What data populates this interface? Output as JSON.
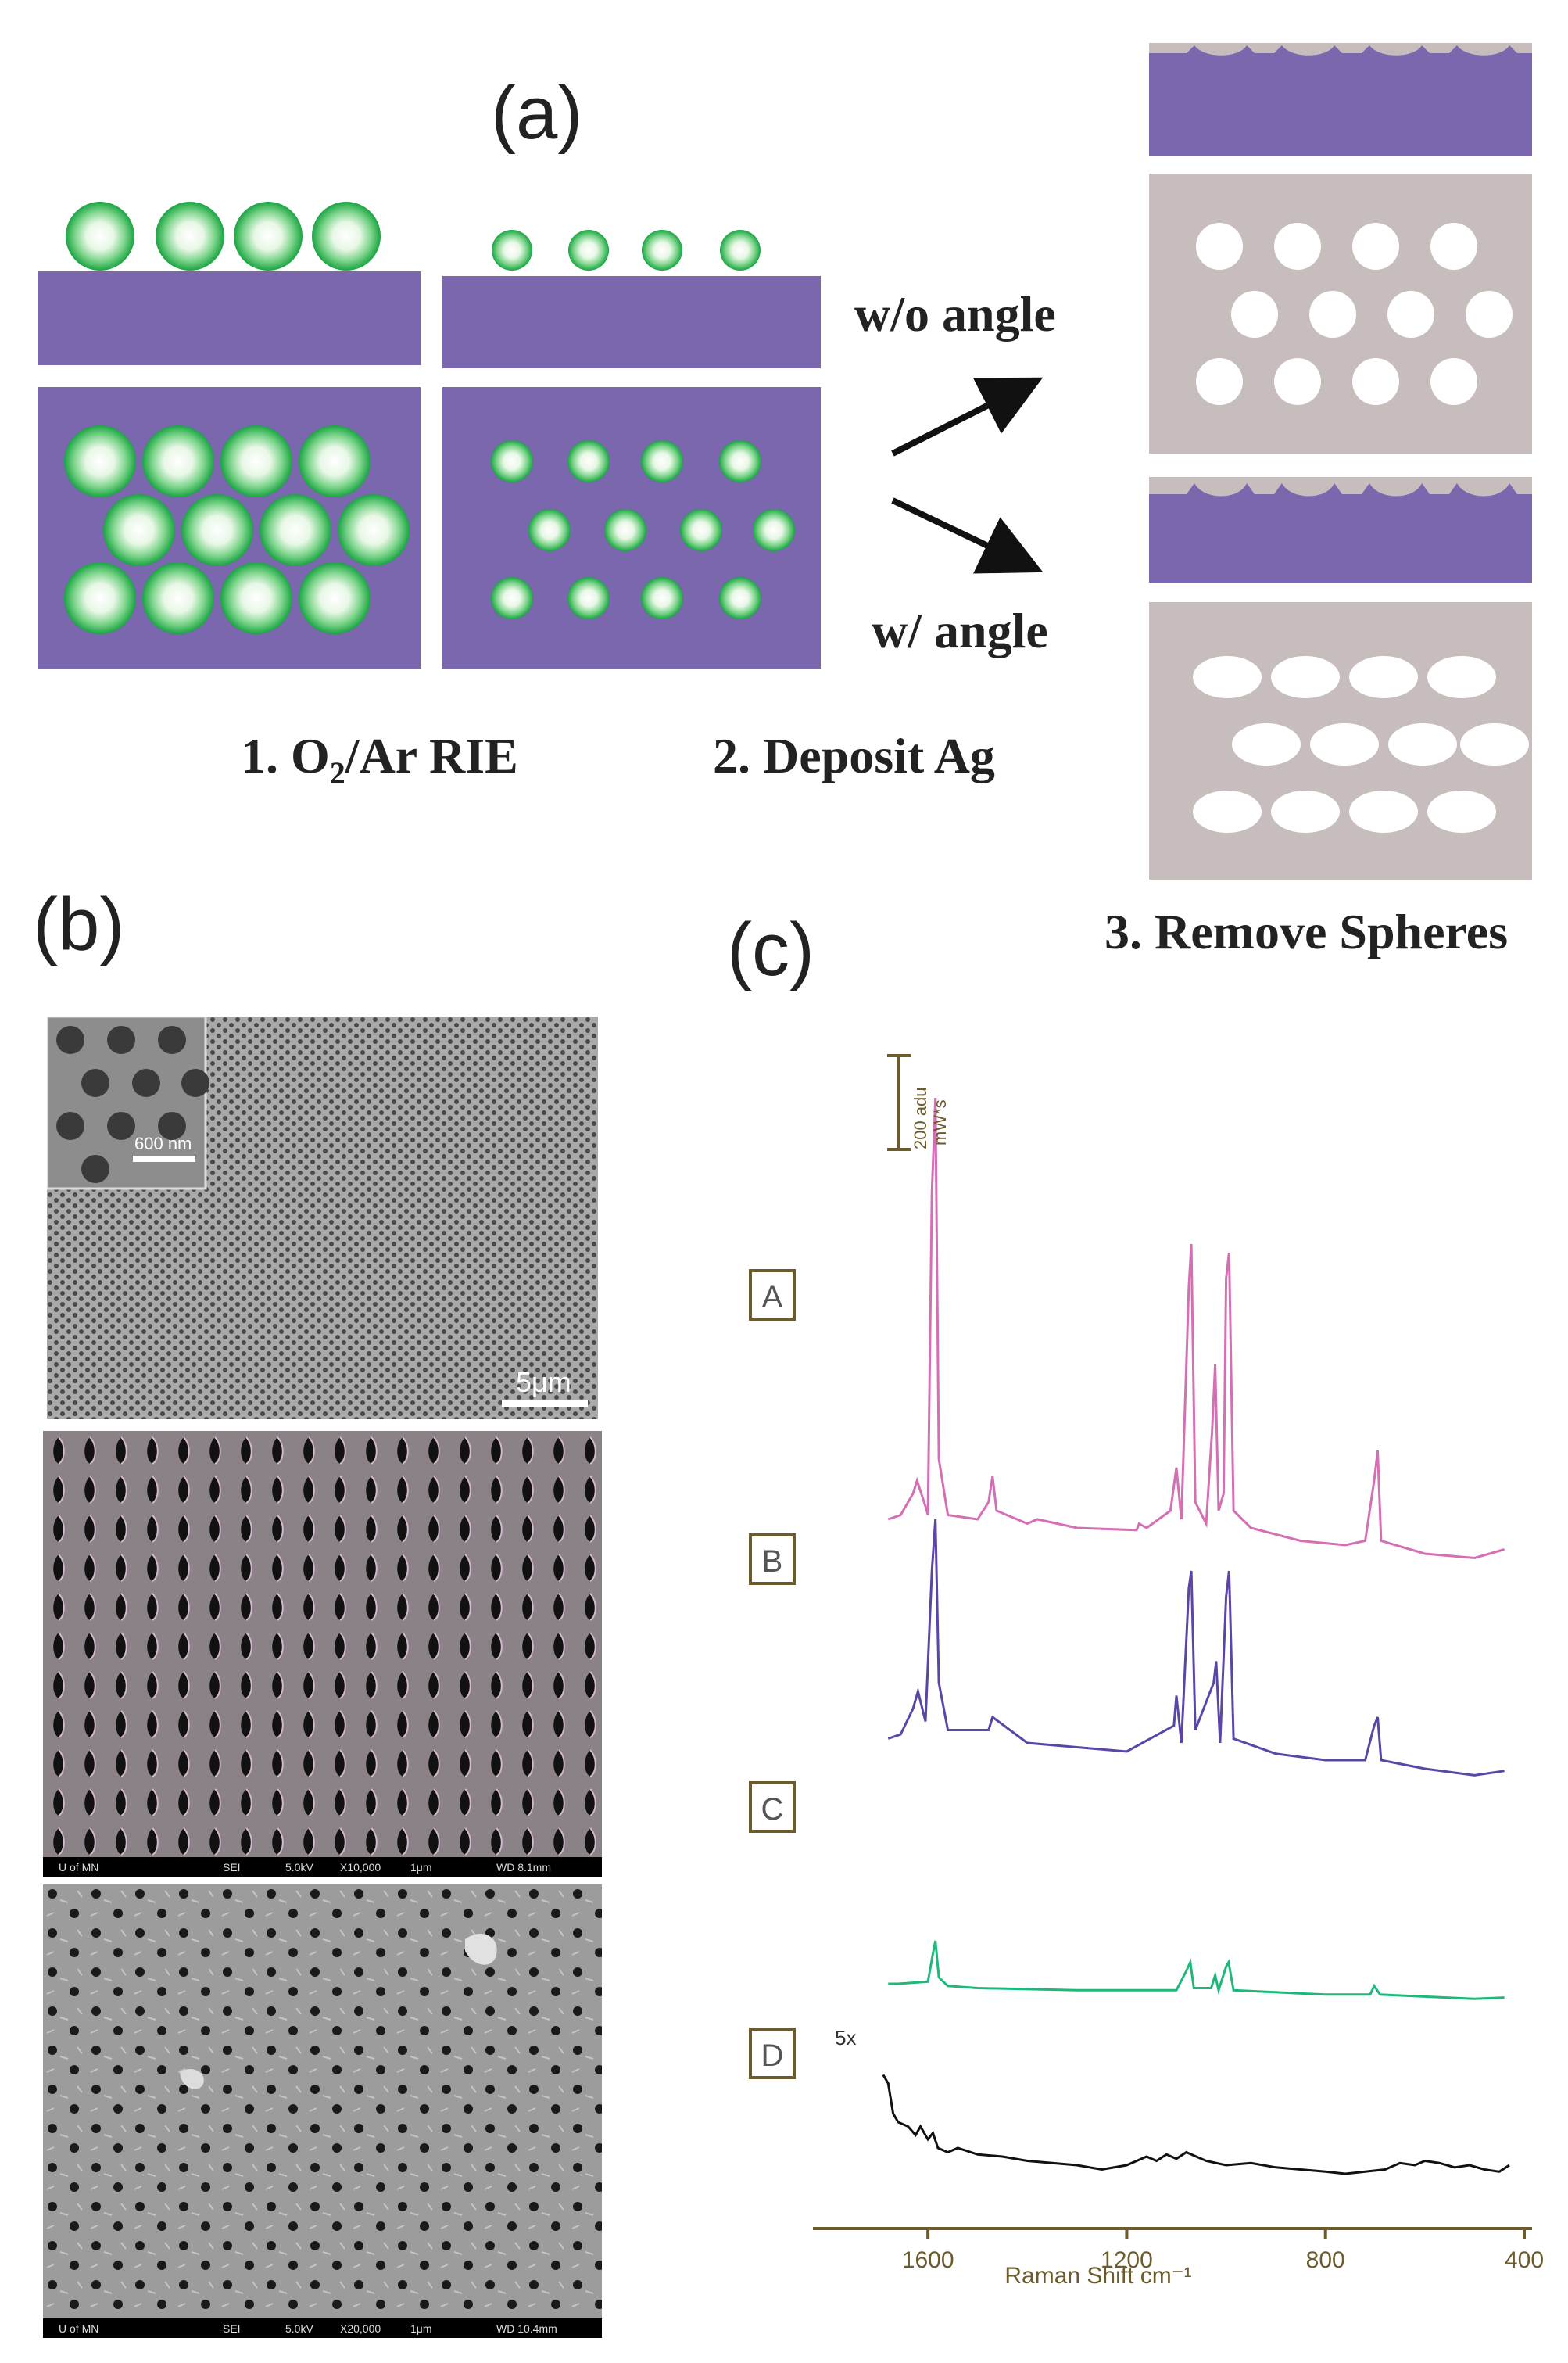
{
  "panel_a": {
    "label": "(a)",
    "step1": "1. O",
    "step1_sub": "2",
    "step1_rest": "/Ar RIE",
    "step2": "2. Deposit Ag",
    "step3": "3. Remove Spheres",
    "branch_top": "w/o angle",
    "branch_bottom": "w/ angle",
    "colors": {
      "substrate": "#7b67ad",
      "sphere": "#22b14c",
      "silver_film": "#c8bdbd",
      "hole": "#ffffff"
    }
  },
  "panel_b": {
    "label": "(b)",
    "sem_top": {
      "scale": "5μm",
      "inset_scale": "600 nm"
    },
    "sem_middle": {
      "footer": [
        "U of MN",
        "SEI",
        "5.0kV",
        "X10,000",
        "1μm",
        "WD 8.1mm"
      ]
    },
    "sem_bottom": {
      "footer": [
        "U of MN",
        "SEI",
        "5.0kV",
        "X20,000",
        "1μm",
        "WD 10.4mm"
      ]
    }
  },
  "panel_c": {
    "label": "(c)",
    "scale_bar_label": "200 adu",
    "scale_bar_unit": "mW*s",
    "trace_labels": [
      "A",
      "B",
      "C",
      "D"
    ],
    "multiplier": "5x",
    "xlabel": "Raman Shift cm⁻¹",
    "xticks": [
      "1600",
      "1200",
      "800",
      "400"
    ]
  },
  "chart_data": {
    "type": "line",
    "title": "",
    "xlabel": "Raman Shift cm⁻¹",
    "ylabel": "",
    "xlim": [
      1800,
      400
    ],
    "x_reversed": true,
    "xticks": [
      1600,
      1200,
      800,
      400
    ],
    "scale_bar": "200 adu / mW*s",
    "series": [
      {
        "color": "#d56fb4",
        "points": [
          [
            1680,
            140
          ],
          [
            1655,
            150
          ],
          [
            1630,
            200
          ],
          [
            1622,
            230
          ],
          [
            1605,
            170
          ],
          [
            1600,
            150
          ],
          [
            1592,
            900
          ],
          [
            1585,
            1120
          ],
          [
            1578,
            280
          ],
          [
            1560,
            150
          ],
          [
            1500,
            140
          ],
          [
            1478,
            180
          ],
          [
            1470,
            240
          ],
          [
            1462,
            160
          ],
          [
            1400,
            130
          ],
          [
            1380,
            140
          ],
          [
            1300,
            120
          ],
          [
            1180,
            115
          ],
          [
            1175,
            130
          ],
          [
            1160,
            120
          ],
          [
            1112,
            160
          ],
          [
            1100,
            260
          ],
          [
            1090,
            140
          ],
          [
            1075,
            680
          ],
          [
            1070,
            780
          ],
          [
            1062,
            180
          ],
          [
            1040,
            130
          ],
          [
            1028,
            350
          ],
          [
            1022,
            500
          ],
          [
            1015,
            160
          ],
          [
            1005,
            200
          ],
          [
            1000,
            700
          ],
          [
            994,
            760
          ],
          [
            985,
            160
          ],
          [
            950,
            120
          ],
          [
            850,
            90
          ],
          [
            760,
            80
          ],
          [
            720,
            90
          ],
          [
            702,
            230
          ],
          [
            695,
            300
          ],
          [
            688,
            90
          ],
          [
            600,
            60
          ],
          [
            500,
            50
          ],
          [
            470,
            60
          ],
          [
            440,
            70
          ]
        ]
      },
      {
        "color": "#5b45a6",
        "points": [
          [
            1680,
            130
          ],
          [
            1655,
            140
          ],
          [
            1630,
            200
          ],
          [
            1620,
            240
          ],
          [
            1605,
            170
          ],
          [
            1592,
            520
          ],
          [
            1585,
            640
          ],
          [
            1578,
            260
          ],
          [
            1560,
            150
          ],
          [
            1478,
            150
          ],
          [
            1470,
            180
          ],
          [
            1400,
            120
          ],
          [
            1300,
            110
          ],
          [
            1200,
            100
          ],
          [
            1105,
            160
          ],
          [
            1100,
            230
          ],
          [
            1090,
            120
          ],
          [
            1075,
            480
          ],
          [
            1070,
            520
          ],
          [
            1062,
            150
          ],
          [
            1025,
            260
          ],
          [
            1020,
            310
          ],
          [
            1012,
            120
          ],
          [
            1000,
            460
          ],
          [
            994,
            520
          ],
          [
            985,
            130
          ],
          [
            900,
            95
          ],
          [
            800,
            80
          ],
          [
            720,
            80
          ],
          [
            702,
            160
          ],
          [
            695,
            180
          ],
          [
            688,
            80
          ],
          [
            600,
            60
          ],
          [
            500,
            45
          ],
          [
            440,
            55
          ]
        ]
      },
      {
        "color": "#1db97a",
        "points": [
          [
            1680,
            60
          ],
          [
            1660,
            60
          ],
          [
            1600,
            65
          ],
          [
            1590,
            130
          ],
          [
            1585,
            160
          ],
          [
            1578,
            75
          ],
          [
            1560,
            55
          ],
          [
            1500,
            50
          ],
          [
            1300,
            45
          ],
          [
            1100,
            45
          ],
          [
            1080,
            90
          ],
          [
            1072,
            110
          ],
          [
            1065,
            50
          ],
          [
            1030,
            50
          ],
          [
            1022,
            80
          ],
          [
            1015,
            45
          ],
          [
            1000,
            100
          ],
          [
            995,
            110
          ],
          [
            985,
            45
          ],
          [
            800,
            35
          ],
          [
            710,
            35
          ],
          [
            702,
            55
          ],
          [
            690,
            35
          ],
          [
            500,
            25
          ],
          [
            440,
            28
          ]
        ]
      },
      {
        "color": "#111111",
        "points": [
          [
            1690,
            230
          ],
          [
            1680,
            210
          ],
          [
            1670,
            140
          ],
          [
            1660,
            120
          ],
          [
            1640,
            110
          ],
          [
            1625,
            90
          ],
          [
            1615,
            110
          ],
          [
            1600,
            80
          ],
          [
            1590,
            95
          ],
          [
            1580,
            60
          ],
          [
            1560,
            50
          ],
          [
            1540,
            60
          ],
          [
            1500,
            45
          ],
          [
            1450,
            40
          ],
          [
            1400,
            30
          ],
          [
            1300,
            20
          ],
          [
            1250,
            10
          ],
          [
            1200,
            20
          ],
          [
            1160,
            40
          ],
          [
            1140,
            30
          ],
          [
            1120,
            45
          ],
          [
            1100,
            35
          ],
          [
            1080,
            50
          ],
          [
            1060,
            40
          ],
          [
            1040,
            30
          ],
          [
            1000,
            20
          ],
          [
            950,
            25
          ],
          [
            900,
            15
          ],
          [
            850,
            10
          ],
          [
            800,
            5
          ],
          [
            760,
            0
          ],
          [
            720,
            5
          ],
          [
            680,
            10
          ],
          [
            650,
            25
          ],
          [
            620,
            20
          ],
          [
            600,
            30
          ],
          [
            570,
            25
          ],
          [
            540,
            15
          ],
          [
            510,
            20
          ],
          [
            480,
            10
          ],
          [
            450,
            5
          ],
          [
            430,
            20
          ]
        ]
      }
    ]
  }
}
